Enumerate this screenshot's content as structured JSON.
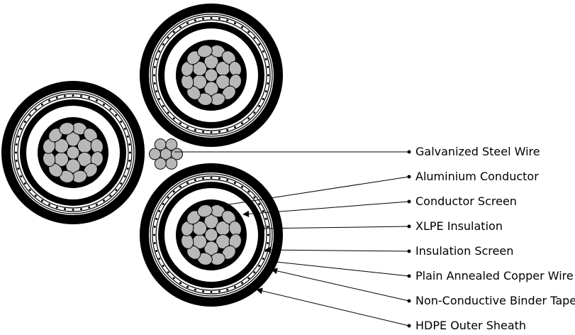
{
  "colors": {
    "sheath": "#000000",
    "outline": "#000000",
    "strand_fill": "#b8b8b8",
    "white": "#ffffff",
    "label": "#000000"
  },
  "labels": [
    {
      "id": "galvanized-steel-wire",
      "text": "Galvanized Steel Wire"
    },
    {
      "id": "aluminium-conductor",
      "text": "Aluminium Conductor"
    },
    {
      "id": "conductor-screen",
      "text": "Conductor Screen"
    },
    {
      "id": "xlpe-insulation",
      "text": "XLPE Insulation"
    },
    {
      "id": "insulation-screen",
      "text": "Insulation Screen"
    },
    {
      "id": "plain-annealed-copper-wire",
      "text": "Plain Annealed Copper Wire"
    },
    {
      "id": "non-conductive-binder-tape",
      "text": "Non-Conductive Binder Tape"
    },
    {
      "id": "hdpe-outer-sheath",
      "text": "HDPE Outer Sheath"
    }
  ]
}
